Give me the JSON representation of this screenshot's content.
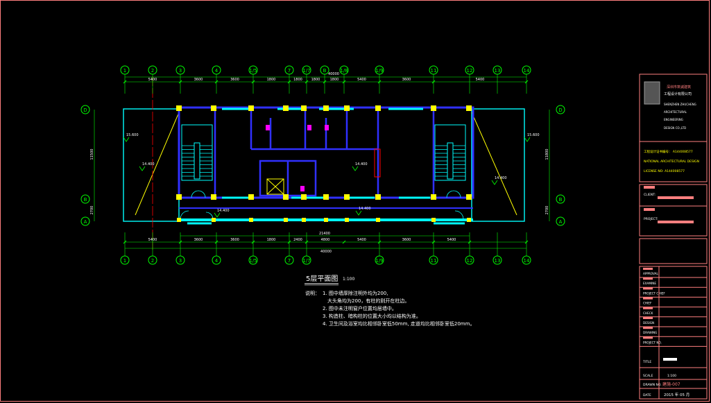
{
  "axes_top": [
    "1",
    "2",
    "3",
    "4",
    "1/5",
    "7",
    "1/7",
    "B",
    "1/8",
    "1/9",
    "11",
    "12",
    "13",
    "14"
  ],
  "axes_bottom": [
    "1",
    "2",
    "3",
    "4",
    "1/5",
    "7",
    "1/7",
    "1/9",
    "11",
    "12",
    "13",
    "14"
  ],
  "axes_side": [
    "D",
    "B",
    "A"
  ],
  "overall_dim_top": "40000",
  "overall_dim_bottom": "40000",
  "dims_top_row": [
    "5400",
    "3600",
    "3600",
    "1800",
    "1800",
    "1800",
    "1800",
    "5400",
    "3600",
    "5400"
  ],
  "dims_bottom_row": [
    "5400",
    "3600",
    "3600",
    "1800",
    "2400",
    "4800",
    "5400",
    "3600",
    "5400"
  ],
  "dim_21400": "21400",
  "side_dims": [
    "11500",
    "2700",
    "11800",
    "2700"
  ],
  "elevations": [
    "15.600",
    "15.600",
    "14.400",
    "14.400",
    "14.400",
    "14.400",
    "14.400"
  ],
  "drawing_title": "5层平面图",
  "scale": "1:100",
  "notes_label": "说明：",
  "notes": [
    "1. 图中墙厚除注明外均为200,",
    "大头角均为200，有柱的则开在柱边。",
    "2. 图中未注明窗户位置均居墙中。",
    "3. 构造柱、暗构柱的位置大小均以结构为准。",
    "4. 卫生间及浴室均比相邻卧室低50mm, 走道均比相邻卧室低20mm。"
  ],
  "title_block": {
    "company_cn_1": "深圳市筑诚建筑",
    "company_cn_2": "工程设计有限公司",
    "company_en_1": "SHENZHEN ZHUCHENG",
    "company_en_2": "ARCHITECTURAL",
    "company_en_3": "ENGINEERING",
    "company_en_4": "DESIGN CO.,LTD",
    "license_cn": "工程设计证书编号：  A144008577",
    "license_en_1": "NATIONAL ARCHITECTURAL DESIGN",
    "license_en_2": "LICENSE NO:   A144008577",
    "client_label": "CLIENT:",
    "project_label": "PROJECT:",
    "rows": [
      "APPROVAL",
      "EXAMINE",
      "PROJECT CHIEF",
      "CHIEF",
      "CHECK",
      "DESIGN",
      "DRAWING",
      "PROJECT NO."
    ],
    "title_label": "TITLE",
    "scale_label": "SCALE",
    "scale_value": "1:100",
    "drawing_no_label": "DRAWN NO.",
    "drawing_no_value": "建施-007",
    "date_label": "DATE",
    "date_value": "2015 年  05  月"
  },
  "colors": {
    "wall": "#3030ff",
    "window": "#00ffff",
    "column": "#ffff00",
    "dim": "#00ff00",
    "axis": "#00ff00",
    "border": "#ff7f7f",
    "text": "#ffffff",
    "magenta": "#ff00ff",
    "red": "#ff0000"
  }
}
